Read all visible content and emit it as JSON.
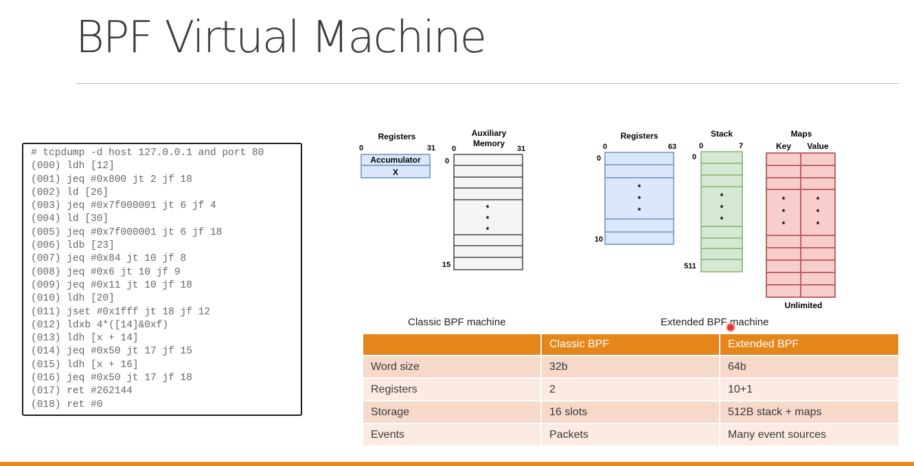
{
  "slide": {
    "title": "BPF Virtual Machine"
  },
  "code_lines": [
    "# tcpdump -d host 127.0.0.1 and port 80",
    "(000) ldh [12]",
    "(001) jeq #0x800 jt 2 jf 18",
    "(002) ld [26]",
    "(003) jeq #0x7f000001 jt 6 jf 4",
    "(004) ld [30]",
    "(005) jeq #0x7f000001 jt 6 jf 18",
    "(006) ldb [23]",
    "(007) jeq #0x84 jt 10 jf 8",
    "(008) jeq #0x6 jt 10 jf 9",
    "(009) jeq #0x11 jt 10 jf 18",
    "(010) ldh [20]",
    "(011) jset #0x1fff jt 18 jf 12",
    "(012) ldxb 4*([14]&0xf)",
    "(013) ldh [x + 14]",
    "(014) jeq #0x50 jt 17 jf 15",
    "(015) ldh [x + 16]",
    "(016) jeq #0x50 jt 17 jf 18",
    "(017) ret #262144",
    "(018) ret #0"
  ],
  "classic": {
    "caption": "Classic BPF machine",
    "registers_label": "Registers",
    "reg_bit_start": "0",
    "reg_bit_end": "31",
    "accumulator": "Accumulator",
    "x_register": "X",
    "aux_label_1": "Auxiliary",
    "aux_label_2": "Memory",
    "aux_bit_start": "0",
    "aux_bit_end": "31",
    "aux_first_index": "0",
    "aux_last_index": "15"
  },
  "extended": {
    "caption": "Extended BPF machine",
    "registers_label": "Registers",
    "reg_bit_start": "0",
    "reg_bit_end": "63",
    "reg_first_index": "0",
    "reg_last_index": "10",
    "stack_label": "Stack",
    "stack_bit_start": "0",
    "stack_bit_end": "7",
    "stack_first_index": "0",
    "stack_last_index": "511",
    "maps_label": "Maps",
    "maps_key": "Key",
    "maps_value": "Value",
    "maps_footer": "Unlimited"
  },
  "ellipsis_dot": "*",
  "colors": {
    "accent_orange": "#e5861a",
    "register_blue_fill": "#dbe8fb",
    "register_blue_stroke": "#6c8ebf",
    "stack_green_fill": "#d5e8d4",
    "stack_green_stroke": "#82b366",
    "maps_red_fill": "#f8cecc",
    "maps_red_stroke": "#b85450"
  },
  "table": {
    "headers": [
      "",
      "Classic BPF",
      "Extended BPF"
    ],
    "rows": [
      [
        "Word size",
        "32b",
        "64b"
      ],
      [
        "Registers",
        "2",
        "10+1"
      ],
      [
        "Storage",
        "16 slots",
        "512B stack + maps"
      ],
      [
        "Events",
        "Packets",
        "Many event sources"
      ]
    ]
  }
}
